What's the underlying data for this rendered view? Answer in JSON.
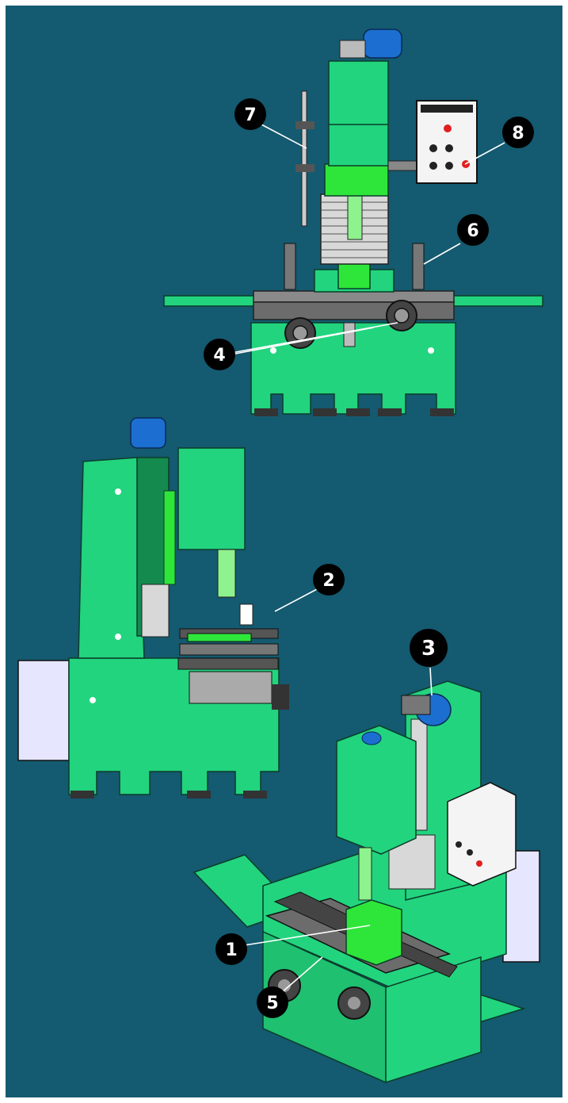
{
  "colors": {
    "background": "#145a70",
    "machine_green": "#22d47e",
    "machine_dark": "#148a4e",
    "bright_green": "#2ee63a",
    "steel_gray": "#6c6c6c",
    "motor_blue": "#1c6fd0",
    "panel_white": "#f4f4f4",
    "callout_fill": "#000000",
    "callout_text": "#ffffff"
  },
  "callouts": [
    {
      "id": "c1",
      "label": "1"
    },
    {
      "id": "c2",
      "label": "2"
    },
    {
      "id": "c3",
      "label": "3"
    },
    {
      "id": "c4",
      "label": "4"
    },
    {
      "id": "c5",
      "label": "5"
    },
    {
      "id": "c6",
      "label": "6"
    },
    {
      "id": "c7",
      "label": "7"
    },
    {
      "id": "c8",
      "label": "8"
    }
  ]
}
